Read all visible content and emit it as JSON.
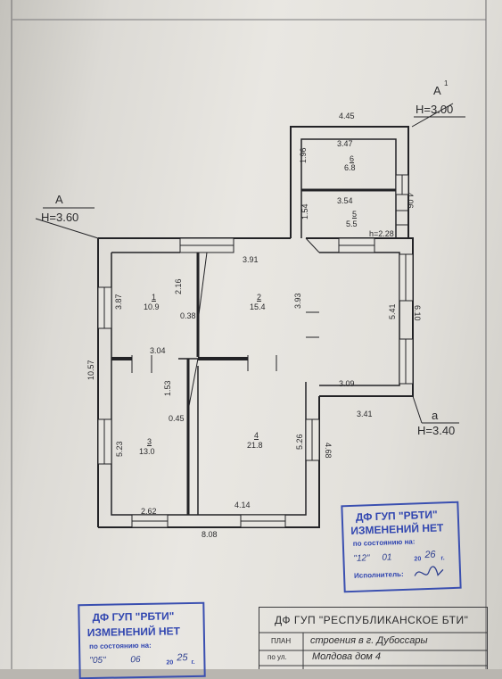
{
  "plan": {
    "sections": {
      "A": {
        "letter": "А",
        "height": "Н=3.60"
      },
      "A1": {
        "letter": "А",
        "superscript": "1",
        "height": "Н=3.00"
      },
      "a": {
        "letter": "а",
        "height": "Н=3.40"
      }
    },
    "rooms": [
      {
        "number": "1",
        "area": "10.9"
      },
      {
        "number": "2",
        "area": "15.4"
      },
      {
        "number": "3",
        "area": "13.0"
      },
      {
        "number": "4",
        "area": "21.8"
      },
      {
        "number": "5",
        "area": "5.5"
      },
      {
        "number": "6",
        "area": "6.8"
      }
    ],
    "dimensions": {
      "top_a1": "4.45",
      "r6_w": "3.47",
      "r6_h": "1.96",
      "r5_w": "3.54",
      "r5_h": "1.54",
      "right_a1": "4.06",
      "h_note": "h=2.28",
      "r2_w": "3.91",
      "r1_h": "3.87",
      "wall_216": "2.16",
      "wall_038": "0.38",
      "r2_h": "3.93",
      "a_h": "5.41",
      "a_right": "6.10",
      "r1_w": "3.04",
      "wall_153": "1.53",
      "wall_045": "0.45",
      "a_w_inner": "3.09",
      "a_w_outer": "3.41",
      "left_total": "10.57",
      "r3_h": "5.23",
      "r4_h": "5.26",
      "right_4": "4.68",
      "r3_w": "2.62",
      "r4_w": "4.14",
      "bottom_total": "8.08"
    }
  },
  "stamp_right": {
    "line1": "ДФ ГУП \"РБТИ\"",
    "line2": "ИЗМЕНЕНИЙ НЕТ",
    "line3": "по состоянию на:",
    "date_day": "\"12\"",
    "date_month": "01",
    "date_year_prefix": "20",
    "date_year": "26",
    "date_suffix": "г.",
    "executor_label": "Исполнитель:"
  },
  "stamp_left": {
    "line1": "ДФ ГУП \"РБТИ\"",
    "line2": "ИЗМЕНЕНИЙ НЕТ",
    "line3": "по состоянию на:",
    "date_day": "\"05\"",
    "date_month": "06",
    "date_year_prefix": "20",
    "date_year": "25",
    "date_suffix": "г."
  },
  "title_block": {
    "org": "ДФ ГУП \"РЕСПУБЛИКАНСКОЕ БТИ\"",
    "plan_label": "ПЛАН",
    "plan_value": "строения в г. Дубоссары",
    "street_label": "по ул.",
    "street_value": "Молдова дом 4"
  }
}
